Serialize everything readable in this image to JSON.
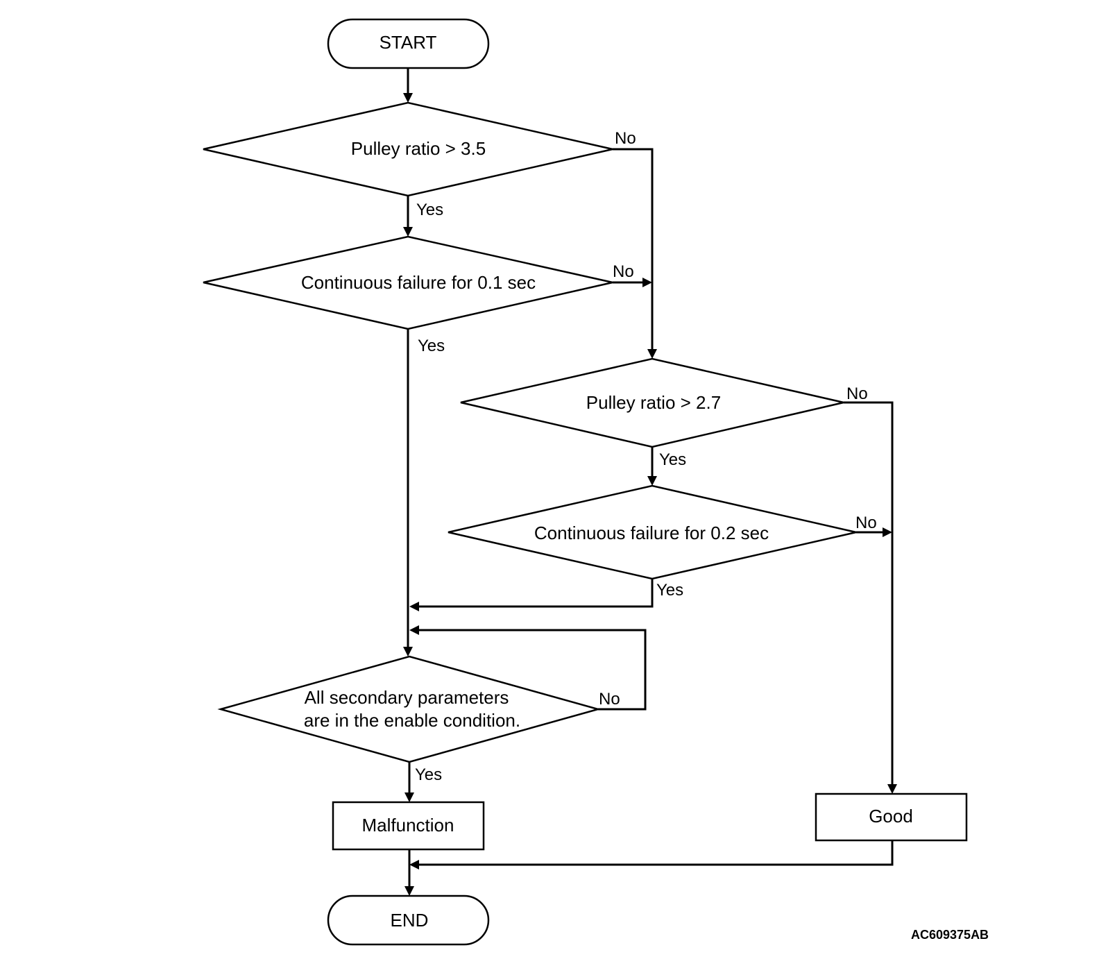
{
  "nodes": {
    "start": "START",
    "decision1": "Pulley ratio > 3.5",
    "decision2": "Continuous failure for 0.1 sec",
    "decision3": "Pulley ratio > 2.7",
    "decision4": "Continuous failure for 0.2 sec",
    "decision5_line1": "All secondary parameters",
    "decision5_line2": "are in the enable condition.",
    "malfunction": "Malfunction",
    "good": "Good",
    "end": "END"
  },
  "edges": {
    "d1_no": "No",
    "d1_yes": "Yes",
    "d2_no": "No",
    "d2_yes": "Yes",
    "d3_no": "No",
    "d3_yes": "Yes",
    "d4_no": "No",
    "d4_yes": "Yes",
    "d5_no": "No",
    "d5_yes": "Yes"
  },
  "figure_code": "AC609375AB"
}
